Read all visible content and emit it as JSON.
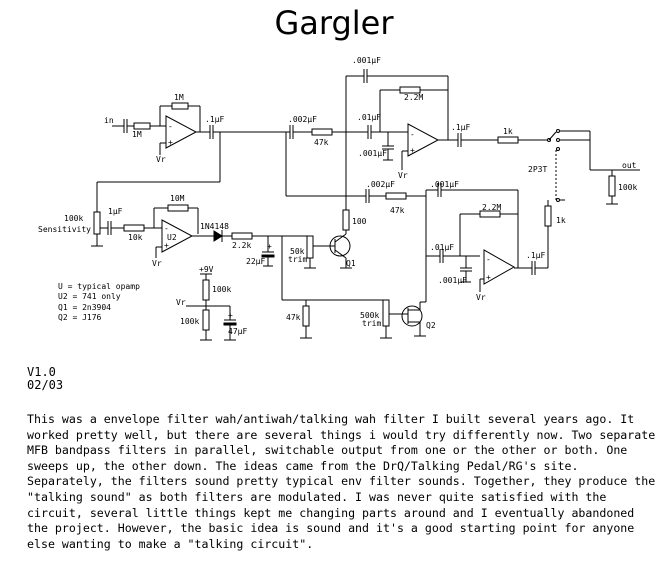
{
  "title": "Gargler",
  "schematic": {
    "labels": {
      "input": "in",
      "output": "out",
      "vr": "Vr",
      "supply": "+9V",
      "sensitivity": "Sensitivity",
      "switch": "2P3T",
      "u2": "U2",
      "q1": "Q1",
      "q2": "Q2",
      "trim": "trim"
    },
    "components": {
      "r_in": "1M",
      "r_fb1": "1M",
      "c_in": ".1µF",
      "c_out1": ".1µF",
      "c_002_top": ".002µF",
      "r_47k_top": "47k",
      "c_001_top": ".001µF",
      "r_22m_top": "2.2M",
      "c_01_top": ".01µF",
      "c_001_shunt_top": ".001µF",
      "c_out_top": ".1µF",
      "r_1k_top": "1k",
      "r_100k_out": "100k",
      "r_sens": "100k",
      "c_sens": "1µF",
      "r_10k": "10k",
      "r_10m": "10M",
      "diode": "1N4148",
      "r_22k": "2.2k",
      "c_22": "22µF",
      "trim_50k": "50k",
      "r_100": "100",
      "c_002_bot": ".002µF",
      "r_47k_bot": "47k",
      "c_001_bot": ".001µF",
      "r_22m_bot": "2.2M",
      "c_01_bot": ".01µF",
      "c_001_shunt_bot": ".001µF",
      "c_out_bot": ".1µF",
      "r_1k_bot": "1k",
      "r_vr_top": "100k",
      "r_vr_bot": "100k",
      "c_47": "47µF",
      "r_47k_gnd": "47k",
      "trim_500k": "500k"
    },
    "legend": [
      "U  = typical opamp",
      "U2 = 741 only",
      "Q1 = 2n3904",
      "Q2 = J176"
    ]
  },
  "version": {
    "number": "V1.0",
    "date": "02/03"
  },
  "description": "This was a envelope filter wah/antiwah/talking wah filter I built several years ago. It worked pretty well, but there are several things i would try differently now. Two separate MFB bandpass filters in parallel, switchable output from one or the other or both. One sweeps up, the other down. The ideas came from the DrQ/Talking Pedal/RG's site. Separately, the filters sound pretty typical env filter sounds. Together, they produce the \"talking sound\" as both filters are modulated. I was never quite satisfied with the circuit, several little things kept me changing parts around and I eventually abandoned the project. However, the basic idea is sound and it's a good starting point for anyone else wanting to make a \"talking circuit\"."
}
